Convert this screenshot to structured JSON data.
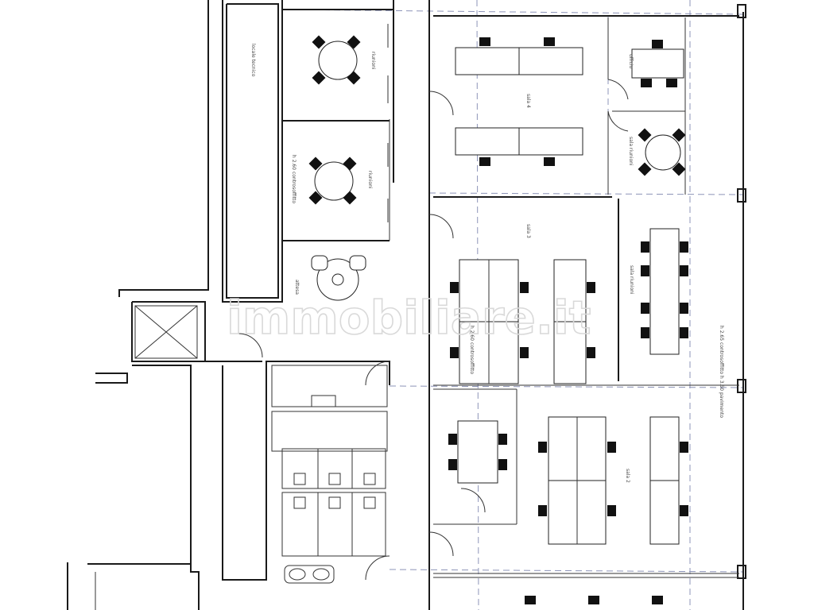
{
  "watermark": {
    "text": "immobiliare.it"
  },
  "rooms": {
    "sala_tecnica": "locale tecnico",
    "riunioni_1": "riunioni",
    "riunioni_2": "riunioni",
    "archivio_1": "h 2.60 controsoffitto",
    "attesa": "attesa",
    "sala_4": "sala 4",
    "ufficio": "ufficio",
    "sala_riunioni_top": "sala riunioni",
    "sala_3": "sala 3",
    "sala_riunioni_mid": "sala riunioni",
    "altezza_dx": "h 2.65 controsoffitto h 3.50 pavimento",
    "sala_2": "sala 2",
    "altezza_center": "h 2.60 controsoffitto"
  },
  "colors": {
    "wall": "#1a1a1a",
    "grid": "#8d94b8",
    "chair": "#111111",
    "watermark": "#d9d9d9"
  }
}
